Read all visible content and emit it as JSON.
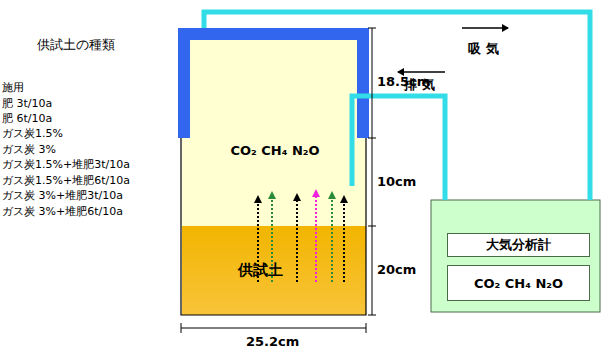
{
  "diagram": {
    "nodes": [
      {
        "text": [
          "CO₂ CH₄ N₂O"
        ]
      },
      {
        "text": [
          "供試土"
        ]
      },
      {
        "text": [
          "大気分析計"
        ]
      },
      {
        "text": [
          "CO₂ CH₄ N₂O"
        ]
      }
    ],
    "labels": [
      "供試土の種類",
      "施用",
      "肥 3t/10a",
      "肥 6t/10a",
      "ガス炭1.5%",
      "ガス炭 3%",
      "ガス炭1.5%+堆肥3t/10a",
      "ガス炭1.5%+堆肥6t/10a",
      "ガス炭 3%+堆肥3t/10a",
      "ガス炭 3%+堆肥6t/10a",
      "吸 気",
      "排 気",
      "18.5cm",
      "10cm",
      "20cm",
      "25.2cm"
    ]
  }
}
